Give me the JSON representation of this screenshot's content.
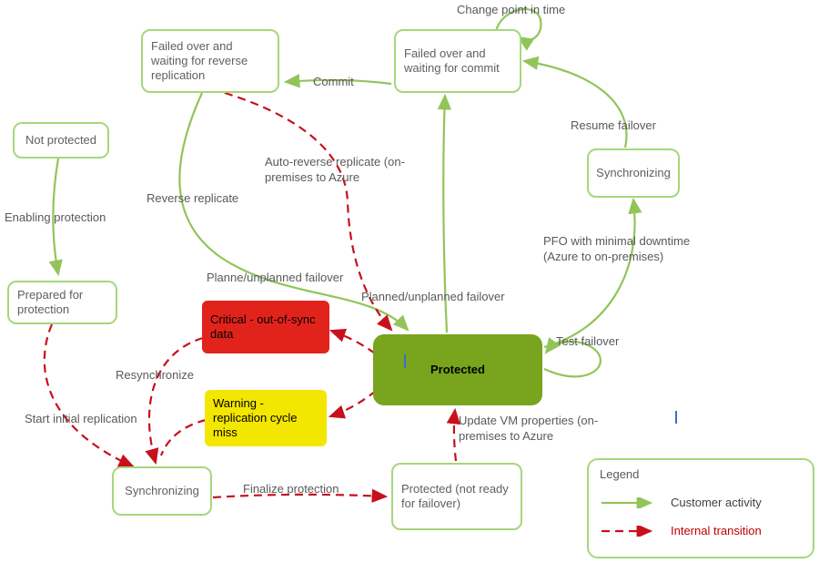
{
  "nodes": {
    "not_protected": {
      "label": "Not protected"
    },
    "failed_over_reverse": {
      "label": "Failed over and waiting for reverse replication"
    },
    "failed_over_commit": {
      "label": "Failed over and waiting for commit"
    },
    "synchronizing_right": {
      "label": "Synchronizing"
    },
    "prepared": {
      "label": "Prepared for protection"
    },
    "critical": {
      "label": "Critical - out-of-sync data"
    },
    "protected": {
      "label": "Protected"
    },
    "warning": {
      "label": "Warning - replication cycle miss"
    },
    "synchronizing_bottom": {
      "label": "Synchronizing"
    },
    "protected_not_ready": {
      "label": "Protected (not ready for failover)"
    }
  },
  "edge_labels": {
    "change_point_in_time": "Change point in time",
    "commit": "Commit",
    "resume_failover": "Resume failover",
    "enabling_protection": "Enabling protection",
    "reverse_replicate": "Reverse replicate",
    "auto_reverse_replicate": "Auto-reverse replicate (on-premises to Azure",
    "pfo_minimal_downtime": "PFO with minimal downtime (Azure to on-premises)",
    "planned_unplanned_failover_left": "Planne/unplanned failover",
    "planned_unplanned_failover_right": "Planned/unplanned failover",
    "test_failover": "Test failover",
    "resynchronize": "Resynchronize",
    "start_initial_replication": "Start initial replication",
    "update_vm_properties": "Update VM properties (on-premises to Azure",
    "finalize_protection": "Finalize protection"
  },
  "legend": {
    "title": "Legend",
    "customer_activity": "Customer activity",
    "internal_transition": "Internal transition"
  },
  "colors": {
    "node_border": "#a6d77c",
    "customer_activity_arrow": "#92c45a",
    "internal_transition_arrow": "#c8101c",
    "critical_fill": "#e2231c",
    "warning_fill": "#f3e600",
    "protected_fill": "#79a41e",
    "label_text": "#595959"
  }
}
